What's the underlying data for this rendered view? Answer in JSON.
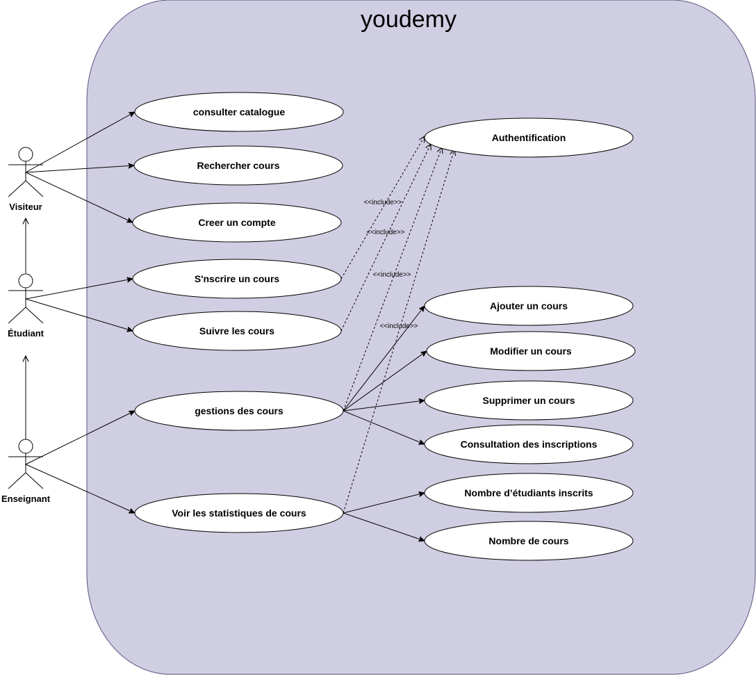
{
  "system": {
    "title": "youdemy",
    "fill_color": "#d0cee2",
    "stroke_color": "#56517e"
  },
  "actors": {
    "visiteur": "Visiteur",
    "etudiant": "Étudiant",
    "enseignant": "Enseignant"
  },
  "use_cases": {
    "consulter_catalogue": "consulter catalogue",
    "rechercher_cours": "Rechercher cours",
    "creer_compte": "Creer un compte",
    "inscrire_cours": "S'nscrire un cours",
    "suivre_cours": "Suivre les cours",
    "gestion_cours": "gestions des cours",
    "voir_statistiques": "Voir les statistiques de cours",
    "authentification": "Authentification",
    "ajouter_cours": "Ajouter un cours",
    "modifier_cours": "Modifier un cours",
    "supprimer_cours": "Supprimer un cours",
    "consultation_inscriptions": "Consultation des inscriptions",
    "nombre_etudiants": "Nombre d’étudiants inscrits",
    "nombre_cours": "Nombre de cours"
  },
  "relations": {
    "include_1": "<<include>>",
    "include_2": "<<include>>",
    "include_3": "<<include>>",
    "include_4": "<<include>>"
  }
}
